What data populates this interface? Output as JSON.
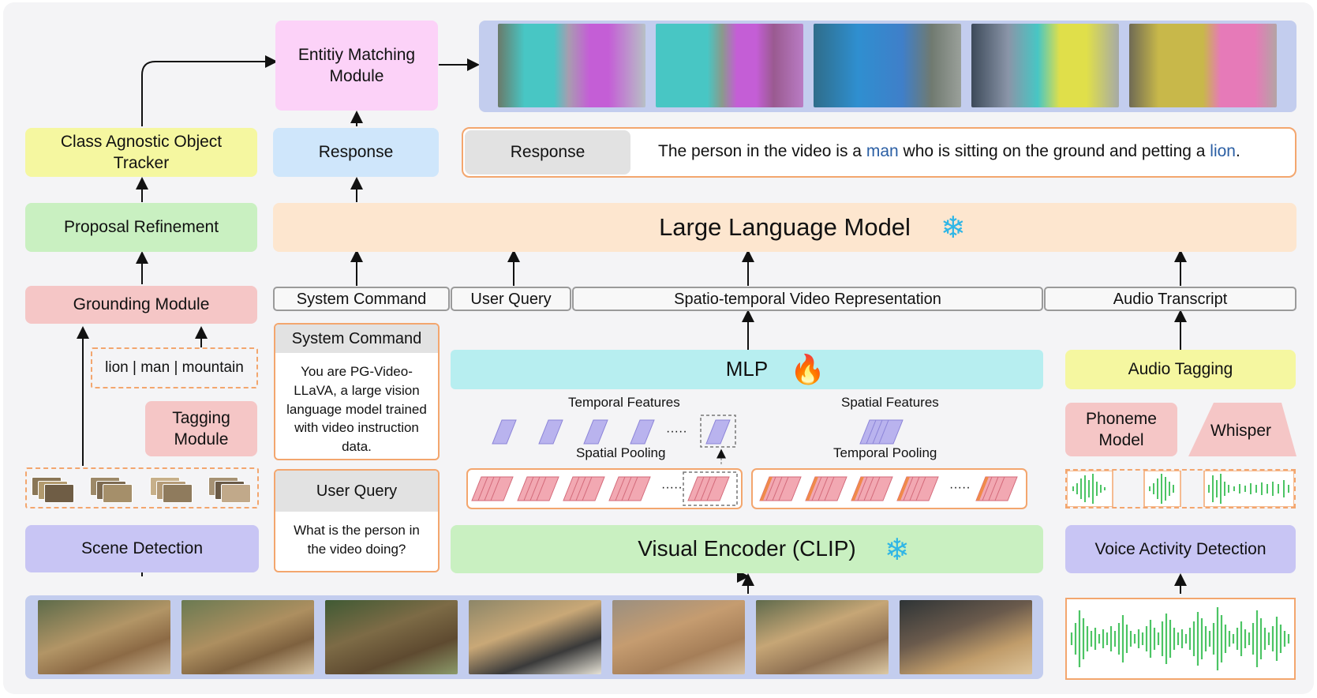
{
  "colors": {
    "purple": "#c8c5f4",
    "green": "#c9f0c1",
    "yellow": "#f5f7a0",
    "pink": "#f5c6c6",
    "blue": "#cfe6fb",
    "magenta": "#fcd2f8",
    "orange": "#fde6cf",
    "cyan": "#b7eef0",
    "gray": "#e2e2e2",
    "orange_border": "#f3a66e",
    "link_blue": "#2b5fa4"
  },
  "icons": {
    "frozen": "snowflake-icon",
    "trainable": "fire-icon"
  },
  "left": {
    "scene_detection": "Scene Detection",
    "tagging_module": "Tagging Module",
    "tags": "lion | man | mountain",
    "grounding_module": "Grounding Module",
    "proposal_refinement": "Proposal Refinement",
    "tracker": "Class Agnostic Object Tracker"
  },
  "center": {
    "entity_matching": "Entitiy Matching Module",
    "response_box": "Response",
    "llm": "Large Language Model",
    "inputs": [
      "System Command",
      "User Query",
      "Spatio-temporal Video Representation",
      "Audio Transcript"
    ],
    "system_command_title": "System Command",
    "system_command_text": "You are PG-Video-LLaVA, a large vision language model trained with video instruction data.",
    "user_query_title": "User Query",
    "user_query_text": "What is the person in the video doing?",
    "mlp": "MLP",
    "temporal_features": "Temporal Features",
    "spatial_pooling": "Spatial Pooling",
    "spatial_features": "Spatial Features",
    "temporal_pooling": "Temporal Pooling",
    "ellipsis": "·····",
    "visual_encoder": "Visual Encoder (CLIP)"
  },
  "response": {
    "label": "Response",
    "part1": "The person in the video is a ",
    "word1": "man",
    "part2": " who is sitting on the ground and petting a ",
    "word2": "lion",
    "part3": "."
  },
  "audio": {
    "audio_tagging": "Audio Tagging",
    "phoneme_model": "Phoneme Model",
    "whisper": "Whisper",
    "vad": "Voice Activity Detection"
  }
}
